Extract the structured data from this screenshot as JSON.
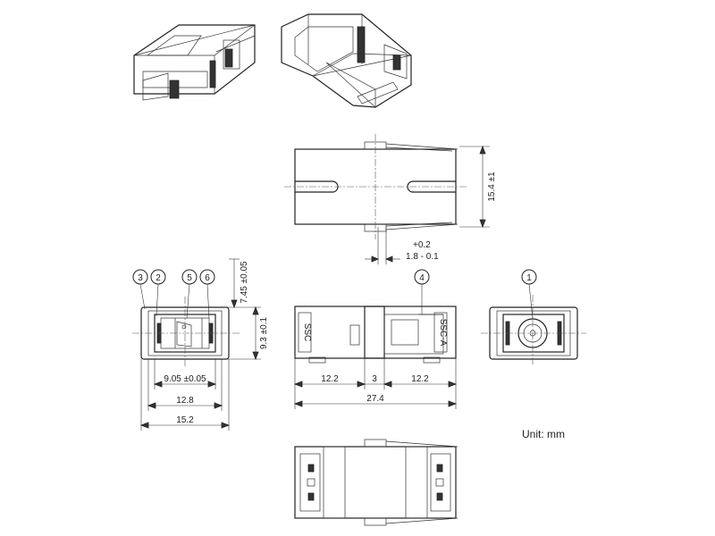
{
  "dimensions": {
    "height_top": "15.4 ±1",
    "tol_plus": "+0.2",
    "tol_row": "1.8 - 0.1",
    "left_height_a": "7.45 ±0.05",
    "left_height_b": "9.3 ±0.1",
    "left_width_a": "9.05 ±0.05",
    "left_width_b": "12.8",
    "left_width_c": "15.2",
    "front_half_left": "12.2",
    "front_gap": "3",
    "front_half_right": "12.2",
    "front_total": "27.4"
  },
  "callouts": [
    "3",
    "2",
    "5",
    "6",
    "4",
    "1"
  ],
  "markings": {
    "side_text_left": "SSC",
    "side_text_right": "SSC-A"
  },
  "unit_label": "Unit: mm"
}
